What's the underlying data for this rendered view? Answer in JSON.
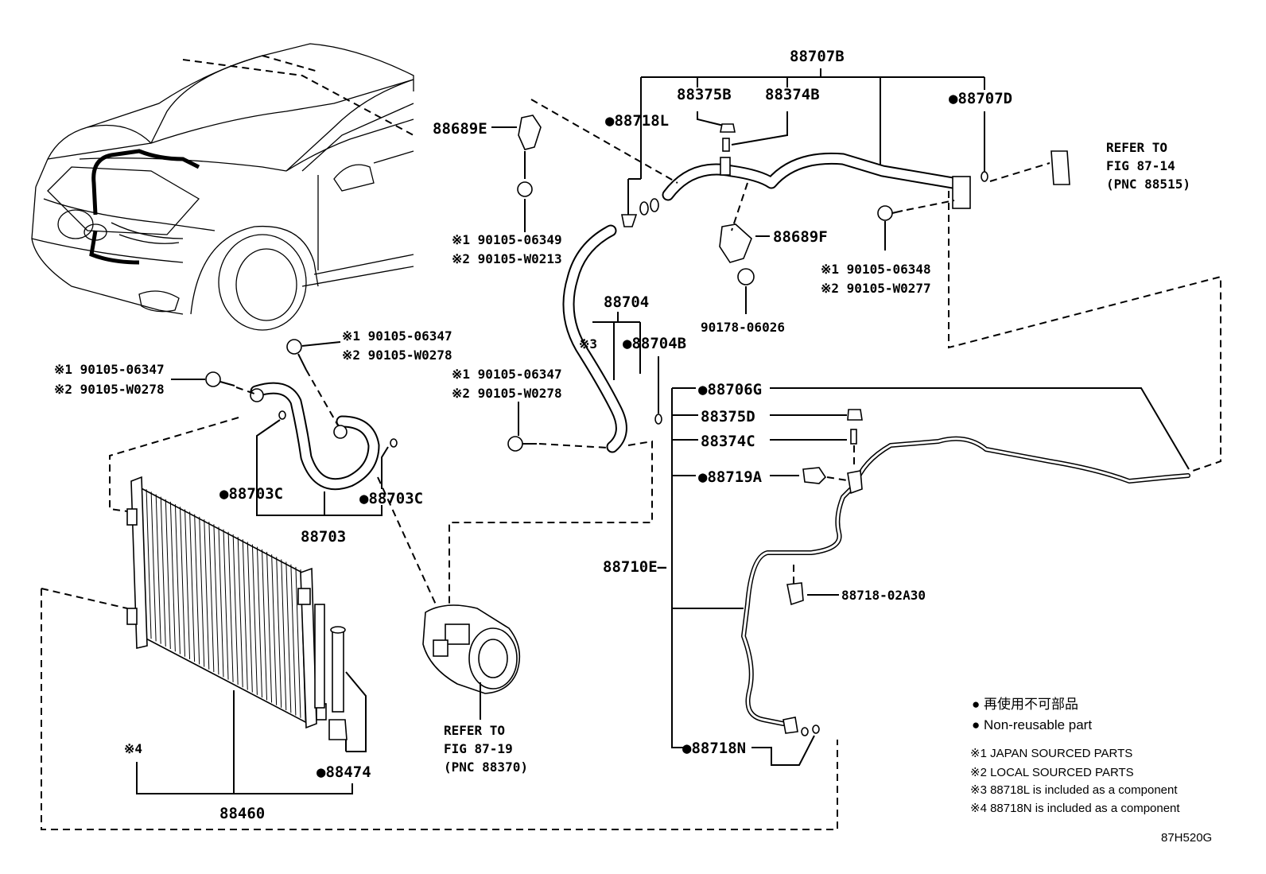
{
  "diagram": {
    "parts": {
      "p88707B": "88707B",
      "p88375B": "88375B",
      "p88374B": "88374B",
      "p88707D": "●88707D",
      "p88689E": "88689E",
      "p88718L": "●88718L",
      "p88689F": "88689F",
      "p90178": "90178-06026",
      "p88704": "88704",
      "p88704B": "●88704B",
      "p88703C_left": "●88703C",
      "p88703C_right": "●88703C",
      "p88703": "88703",
      "p88706G": "●88706G",
      "p88375D": "88375D",
      "p88374C": "88374C",
      "p88719A": "●88719A",
      "p88710E": "88710E–",
      "p88718_02A30": "88718-02A30",
      "p88718N": "●88718N",
      "p88474": "●88474",
      "p88460": "88460"
    },
    "bolts": {
      "b_e_1": "※1 90105-06349",
      "b_e_2": "※2 90105-W0213",
      "b_r_1": "※1 90105-06348",
      "b_r_2": "※2 90105-W0277",
      "b_top_1": "※1 90105-06347",
      "b_top_2": "※2 90105-W0278",
      "b_left_1": "※1 90105-06347",
      "b_left_2": "※2 90105-W0278",
      "b_mid_1": "※1 90105-06347",
      "b_mid_2": "※2 90105-W0278"
    },
    "notes": {
      "n3": "※3",
      "n4": "※4"
    },
    "refs": {
      "top_right": [
        "REFER TO",
        "FIG 87-14",
        "(PNC 88515)"
      ],
      "compressor": [
        "REFER TO",
        "FIG 87-19",
        "(PNC 88370)"
      ]
    },
    "legend": {
      "jp": "● 再使用不可部品",
      "en": "● Non-reusable part",
      "n1": "※1 JAPAN SOURCED PARTS",
      "n2": "※2 LOCAL SOURCED PARTS",
      "n3": "※3 88718L is included as a component",
      "n4": "※4 88718N is included as a component"
    },
    "figure_code": "87H520G"
  }
}
